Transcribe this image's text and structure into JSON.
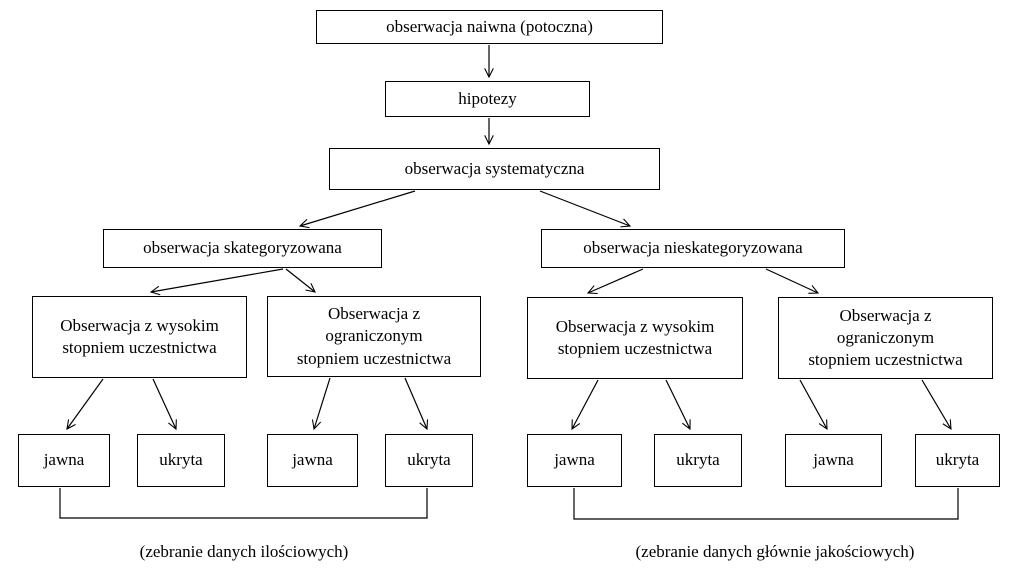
{
  "diagram": {
    "title_implicit": "",
    "nodes": {
      "naiwna": {
        "label": "obserwacja naiwna (potoczna)"
      },
      "hipotezy": {
        "label": "hipotezy"
      },
      "systematyczna": {
        "label": "obserwacja systematyczna"
      },
      "skategoryzowana": {
        "label": "obserwacja skategoryzowana"
      },
      "nieskategoryzowana": {
        "label": "obserwacja nieskategoryzowana"
      },
      "wysokim": {
        "label": "Obserwacja z wysokim\nstopniem uczestnictwa"
      },
      "ograniczonym": {
        "label": "Obserwacja z\nograniczonym\nstopniem uczestnictwa"
      },
      "jawna": {
        "label": "jawna"
      },
      "ukryta": {
        "label": "ukryta"
      }
    },
    "captions": {
      "left": "(zebranie danych ilościowych)",
      "right": "(zebranie danych głównie jakościowych)"
    },
    "colors": {
      "line": "#000000",
      "text": "#000000",
      "background": "#ffffff"
    }
  }
}
